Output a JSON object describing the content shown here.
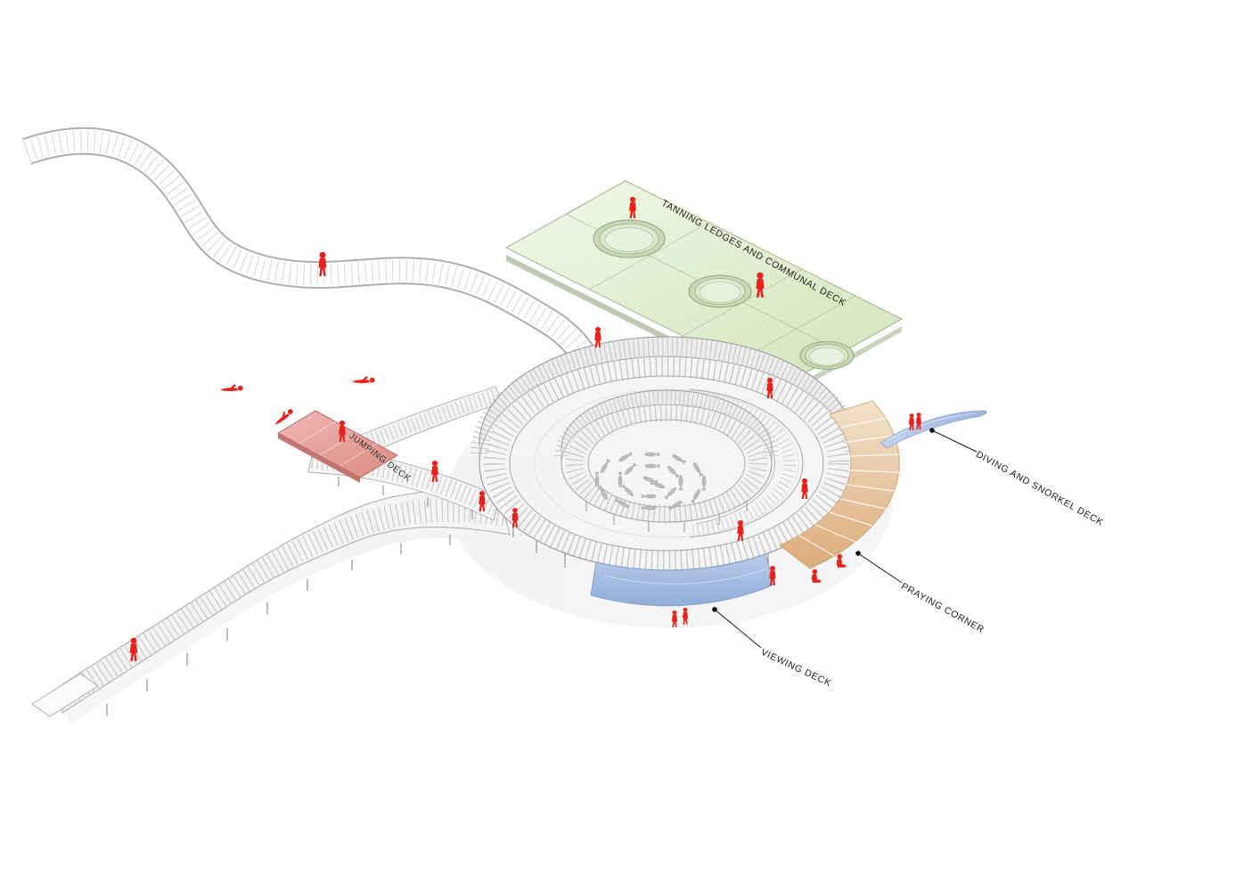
{
  "page": {
    "background": "#ffffff"
  },
  "labels": {
    "tanning_deck": "TANNING LEDGES AND COMMUNAL DECK",
    "jumping_deck": "JUMPING DECK",
    "diving_deck": "DIVING AND SNORKEL DECK",
    "praying_corner": "PRAYING CORNER",
    "viewing_deck": "VIEWING DECK"
  },
  "colors": {
    "figure_red": "#e8211a",
    "deck_green": "#d9e8c2",
    "deck_pink": "#e59a94",
    "deck_tan": "#e3bb8e",
    "deck_blue_diving": "#aac0e6",
    "deck_blue_viewing": "#9cb8e2",
    "structure_gray": "#bdbdbd",
    "label_text": "#1b1b1b"
  }
}
